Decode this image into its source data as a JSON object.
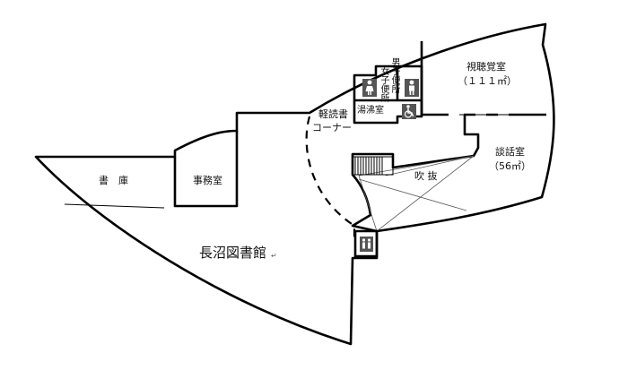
{
  "floor_plan": {
    "rooms": {
      "library": "長沼図書館",
      "stacks": "書　庫",
      "office": "事務室",
      "av_room": "視聴覚室",
      "av_area": "（１１１㎡）",
      "talk_room": "談話室",
      "talk_area": "（56㎡）",
      "light_reading_line1": "軽読書",
      "light_reading_line2": "コーナー",
      "kitchen": "湯沸室",
      "atrium": "吹 抜",
      "womens_wc": "女子便所",
      "mens_wc": "男子便所"
    },
    "paragraph_mark": "↵",
    "icons": [
      "female-restroom-icon",
      "male-restroom-icon",
      "wheelchair-icon",
      "elevator-icon"
    ]
  }
}
